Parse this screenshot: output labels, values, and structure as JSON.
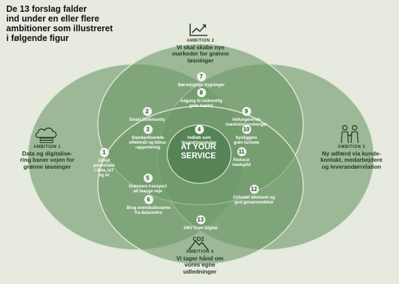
{
  "heading": {
    "lines": [
      "De 13 forslag falder",
      "ind under en eller flere",
      "ambitioner som illustreret",
      "i følgende figur"
    ]
  },
  "ambitions": {
    "a1": {
      "tag": "AMBITION 1",
      "lines": [
        "Data og digitalise-",
        "ring baner vejen for",
        "grønne løsninger"
      ]
    },
    "a2": {
      "tag": "AMBITION 2",
      "lines": [
        "Vi skal skabe nye",
        "markeder for grønne",
        "løsninger"
      ]
    },
    "a3": {
      "tag": "AMBITION 3",
      "lines": [
        "Ny adfærd via kunde-",
        "kontakt, medarbejdere",
        "og leverandørrelation"
      ]
    },
    "a4": {
      "tag": "AMBITION 4",
      "lines": [
        "Vi tager hånd om",
        "vores egne",
        "udledninger"
      ]
    }
  },
  "center": {
    "lines": [
      "AT YOUR",
      "SERVICE"
    ]
  },
  "proposals": [
    {
      "num": "1",
      "lines": [
        "Udnyt",
        "potentialet",
        "i data, IoT",
        "og AI"
      ]
    },
    {
      "num": "2",
      "lines": [
        "Smart Community"
      ]
    },
    {
      "num": "3",
      "lines": [
        "Standardiserede",
        "effektmål og klima-",
        "rapportering"
      ]
    },
    {
      "num": "4",
      "lines": [
        "Indkøb som",
        "forandringsmotor"
      ]
    },
    {
      "num": "5",
      "lines": [
        "Grønnere transport",
        "ad mange veje"
      ]
    },
    {
      "num": "6",
      "lines": [
        "Brug overskudsvarme",
        "fra datacentre"
      ]
    },
    {
      "num": "7",
      "lines": [
        "Bæredygtige bygninger"
      ]
    },
    {
      "num": "8",
      "lines": [
        "Adgang til risikovillig",
        "grøn kapital"
      ]
    },
    {
      "num": "9",
      "lines": [
        "Velfungerende",
        "mærkningsordninger"
      ]
    },
    {
      "num": "10",
      "lines": [
        "Synliggøre",
        "grøn turisme"
      ]
    },
    {
      "num": "11",
      "lines": [
        "Reducer",
        "madspild"
      ]
    },
    {
      "num": "12",
      "lines": [
        "Cirkulær økonomi og",
        "god genanvendelse"
      ]
    },
    {
      "num": "13",
      "lines": [
        "SMV Grøn Digital"
      ]
    }
  ],
  "icons": {
    "a1": "cloud-server-icon",
    "a2": "growth-chart-icon",
    "a3": "people-icon",
    "a4": "co2-mountain-icon",
    "co2_text": "CO2"
  },
  "colors": {
    "background": "#e6eadf",
    "circle_fill": "#6f9a6b",
    "circle_stroke": "#dfe8d6",
    "ambition_text": "#243b2b",
    "center_text": "#ffffff"
  }
}
